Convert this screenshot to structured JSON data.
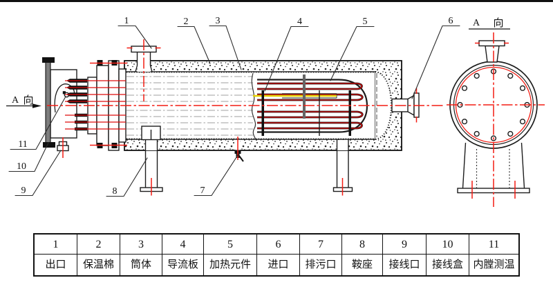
{
  "colors": {
    "line_black": "#1c1c1c",
    "centerline_red": "#f31b12",
    "element_red": "#de0b0b",
    "sensor_yellow": "#e6d400",
    "metal_gray": "#7d7d7d",
    "tube_gray": "#9f9f9f"
  },
  "drawing": {
    "section_marker": {
      "prefix": "A",
      "char": "向"
    },
    "aux_view": {
      "prefix": "A",
      "char": "向"
    },
    "callouts": [
      {
        "label": "1"
      },
      {
        "label": "2"
      },
      {
        "label": "3"
      },
      {
        "label": "4"
      },
      {
        "label": "5"
      },
      {
        "label": "6"
      },
      {
        "label": "7"
      },
      {
        "label": "8"
      },
      {
        "label": "9"
      },
      {
        "label": "10"
      },
      {
        "label": "11"
      }
    ]
  },
  "table": {
    "rows": [
      [
        "1",
        "2",
        "3",
        "4",
        "5",
        "6",
        "7",
        "8",
        "9",
        "10",
        "11"
      ],
      [
        "出口",
        "保温棉",
        "筒体",
        "导流板",
        "加热元件",
        "进口",
        "排污口",
        "鞍座",
        "接线口",
        "接线盒",
        "内膛测温"
      ]
    ]
  }
}
